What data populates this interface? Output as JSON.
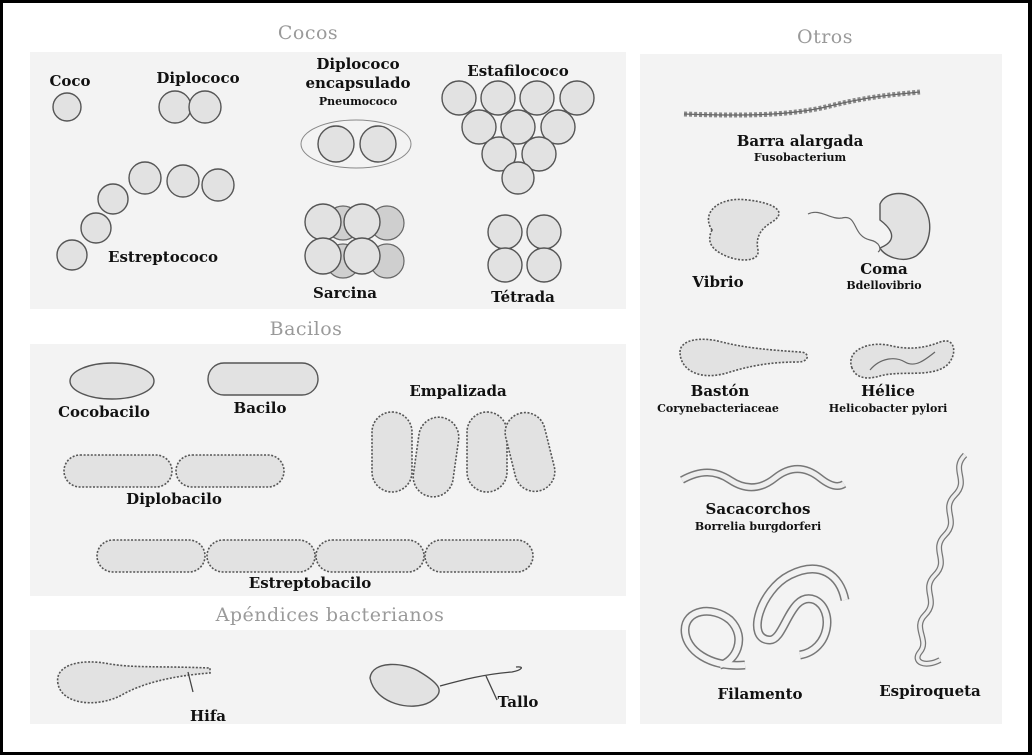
{
  "colors": {
    "cell_fill": "#e2e2e2",
    "cell_stroke": "#555555",
    "panel_bg": "#f3f3f3",
    "title_gray": "#9a9a9a",
    "frame": "#000000"
  },
  "sections": {
    "cocos": "Cocos",
    "otros": "Otros",
    "bacilos": "Bacilos",
    "apendices": "Apéndices bacterianos"
  },
  "cocos": {
    "coco": "Coco",
    "diplococo": "Diplococo",
    "diplococo_encapsulado_1": "Diplococo",
    "diplococo_encapsulado_2": "encapsulado",
    "pneumococo": "Pneumococo",
    "estafilococo": "Estafilococo",
    "estreptococo": "Estreptococo",
    "sarcina": "Sarcina",
    "tetrada": "Tétrada"
  },
  "bacilos": {
    "cocobacilo": "Cocobacilo",
    "bacilo": "Bacilo",
    "empalizada": "Empalizada",
    "diplobacilo": "Diplobacilo",
    "estreptobacilo": "Estreptobacilo"
  },
  "apendices": {
    "hifa": "Hifa",
    "tallo": "Tallo"
  },
  "otros": {
    "barra_alargada": "Barra alargada",
    "fusobacterium": "Fusobacterium",
    "vibrio": "Vibrio",
    "coma": "Coma",
    "bdellovibrio": "Bdellovibrio",
    "baston": "Bastón",
    "corynebacteriaceae": "Corynebacteriaceae",
    "helice": "Hélice",
    "helicobacter": "Helicobacter pylori",
    "sacacorchos": "Sacacorchos",
    "borrelia": "Borrelia burgdorferi",
    "filamento": "Filamento",
    "espiroqueta": "Espiroqueta"
  }
}
